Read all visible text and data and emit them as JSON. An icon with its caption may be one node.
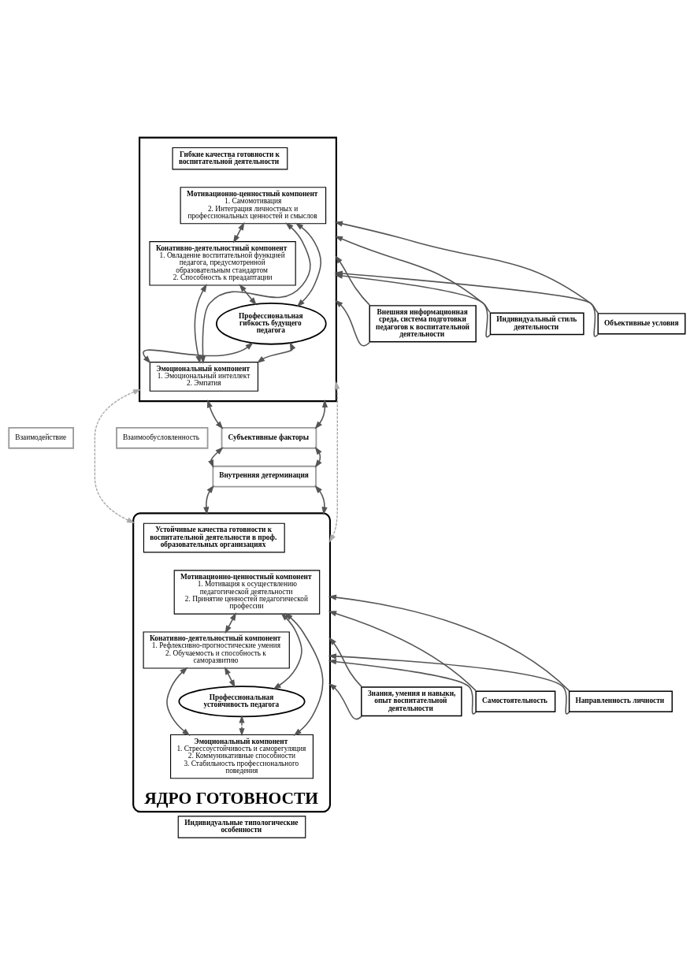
{
  "diagram": {
    "nodes": [
      {
        "text": [],
        "shape": "box"
      },
      {
        "text": [
          "Гибкие качества готовности к воспитательной деятельности"
        ],
        "in": 0
      },
      {
        "text": [
          "Мотивационно-ценностный компонент",
          "1. Самомотивация",
          "2. Интеграция личностных и профессиональных ценностей и смыслов"
        ],
        "in": 0
      },
      {
        "text": [
          "Конативно-деятельностный компонент",
          "1. Овладение воспитательной функцией педагога, предусмотренной образовательным стандартом",
          "2. Способность к преадаптации"
        ],
        "in": 0
      },
      {
        "text": [
          "Профессиональная гибкость будущего педагога"
        ],
        "in": 0
      },
      {
        "text": [
          "Эмоциональный компонент",
          "1. Эмоциональный интеллект",
          "2. Эмпатия"
        ],
        "in": 0
      },
      {
        "text": [
          "Внешняя информационная среда, система подготовки педагогов к воспитательной деятельности"
        ]
      },
      {
        "text": [
          "Индивидуальный стиль деятельности"
        ]
      },
      {
        "text": [
          "Объективные условия"
        ]
      },
      {
        "text": [
          "Взаимообусловленность"
        ]
      },
      {
        "text": [
          "Субъективные факторы"
        ]
      },
      {
        "text": [
          "Внутренняя детерминация"
        ]
      },
      {
        "text": [
          "Взаимодействие"
        ]
      },
      {
        "text": [
          "ЯДРО ГОТОВНОСТИ"
        ]
      },
      {
        "text": [
          "Устойчивые качества готовности к воспитательной деятельности в проф. образовательных организациях"
        ],
        "in": 13
      },
      {
        "text": [
          "Мотивационно-ценностный компонент",
          "1. Мотивация к осуществлению педагогической деятельности",
          "2. Принятие ценностей педагогической профессии"
        ],
        "in": 13
      },
      {
        "text": [
          "Конативно-деятельностный компонент",
          "1. Рефлексивно-прогностические умения",
          "2. Обучаемость и способность к саморазвитию"
        ],
        "in": 13
      },
      {
        "text": [
          "Профессиональная устойчивость педагога"
        ],
        "in": 13
      },
      {
        "text": [
          "Эмоциональный компонент",
          "1. Стрессоустойчивость и саморегуляция",
          "2. Коммуникативные способности",
          "3. Стабильность профессионального поведения"
        ],
        "in": 13
      },
      {
        "text": [
          "Знания, умения и навыки, опыт воспитательной деятельности"
        ]
      },
      {
        "text": [
          "Самостоятельность"
        ]
      },
      {
        "text": [
          "Направленность личности"
        ]
      },
      {
        "text": [
          "Индивидуальные типологические особенности"
        ]
      }
    ],
    "edges": [
      {
        "from": 6,
        "to": 0,
        "arrow": "to"
      },
      {
        "from": 6,
        "to": 0,
        "arrow": "to"
      },
      {
        "from": 7,
        "to": 0,
        "arrow": "to"
      },
      {
        "from": 7,
        "to": 0,
        "arrow": "to"
      },
      {
        "from": 8,
        "to": 0,
        "arrow": "to"
      },
      {
        "from": 8,
        "to": 0,
        "arrow": "to"
      },
      {
        "from": 2,
        "to": 3,
        "arrow": "both"
      },
      {
        "from": 2,
        "to": 4,
        "arrow": "both"
      },
      {
        "from": 3,
        "to": 4,
        "arrow": "both"
      },
      {
        "from": 4,
        "to": 5,
        "arrow": "both"
      },
      {
        "from": 4,
        "to": 5,
        "arrow": "both"
      },
      {
        "from": 2,
        "to": 5,
        "arrow": "both"
      },
      {
        "from": 3,
        "to": 5,
        "arrow": "both"
      },
      {
        "from": 0,
        "to": 10,
        "arrow": "both"
      },
      {
        "from": 0,
        "to": 10,
        "arrow": "both"
      },
      {
        "from": 10,
        "to": 11,
        "arrow": "both"
      },
      {
        "from": 10,
        "to": 11,
        "arrow": "both"
      },
      {
        "from": 11,
        "to": 13,
        "arrow": "both"
      },
      {
        "from": 11,
        "to": 13,
        "arrow": "both"
      },
      {
        "from": 0,
        "to": 13,
        "arrow": "both",
        "style": "dashed",
        "color": "#aaaaaa"
      },
      {
        "from": 0,
        "to": 13,
        "arrow": "both",
        "style": "dashed",
        "color": "#aaaaaa"
      },
      {
        "from": 15,
        "to": 16,
        "arrow": "both"
      },
      {
        "from": 15,
        "to": 17,
        "arrow": "both"
      },
      {
        "from": 16,
        "to": 17,
        "arrow": "both"
      },
      {
        "from": 15,
        "to": 18,
        "arrow": "both"
      },
      {
        "from": 16,
        "to": 18,
        "arrow": "both"
      },
      {
        "from": 17,
        "to": 18,
        "arrow": "both",
        "style": "dashed"
      },
      {
        "from": 19,
        "to": 13,
        "arrow": "to"
      },
      {
        "from": 19,
        "to": 13,
        "arrow": "to"
      },
      {
        "from": 20,
        "to": 13,
        "arrow": "to"
      },
      {
        "from": 20,
        "to": 13,
        "arrow": "to"
      },
      {
        "from": 21,
        "to": 13,
        "arrow": "to"
      },
      {
        "from": 21,
        "to": 13,
        "arrow": "to"
      }
    ]
  }
}
